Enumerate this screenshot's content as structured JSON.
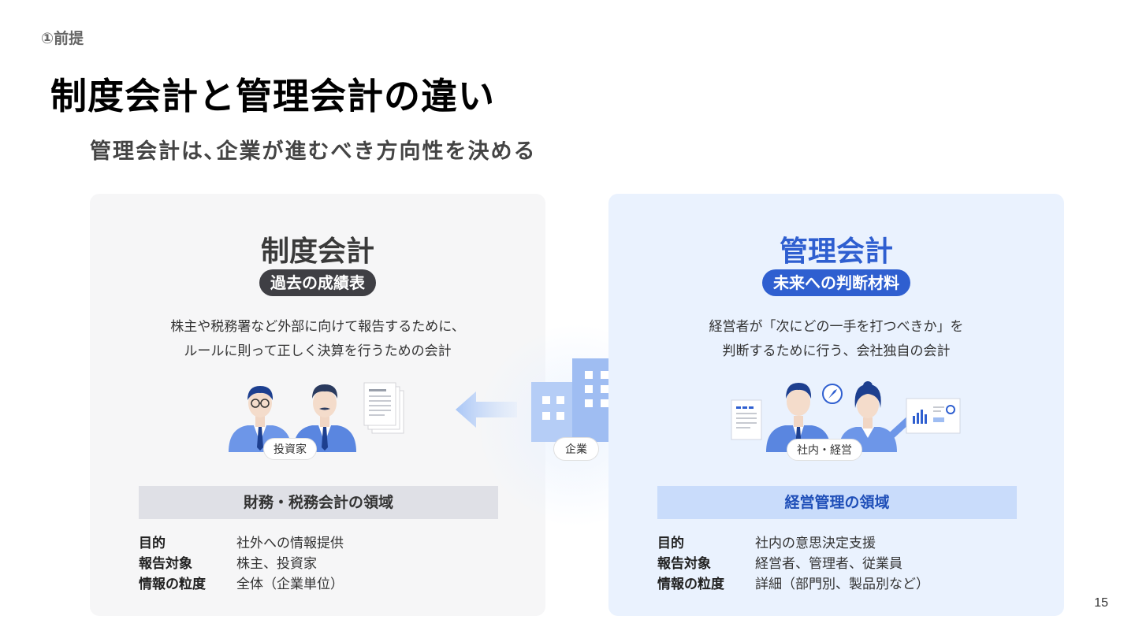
{
  "header": {
    "section_label": "①前提",
    "title": "制度会計と管理会計の違い",
    "subtitle": "管理会計は､企業が進むべき方向性を決める"
  },
  "center": {
    "company_label": "企業"
  },
  "left_panel": {
    "title": "制度会計",
    "pill": "過去の成績表",
    "desc_line1": "株主や税務署など外部に向けて報告するために、",
    "desc_line2": "ルールに則って正しく決算を行うための会計",
    "person_label": "投資家",
    "band": "財務・税務会計の領域",
    "rows": [
      {
        "label": "目的",
        "value": "社外への情報提供"
      },
      {
        "label": "報告対象",
        "value": "株主、投資家"
      },
      {
        "label": "情報の粒度",
        "value": "全体（企業単位）"
      }
    ]
  },
  "right_panel": {
    "title": "管理会計",
    "pill": "未来への判断材料",
    "desc_line1": "経営者が「次にどの一手を打つべきか」を",
    "desc_line2": "判断するために行う、会社独自の会計",
    "person_label": "社内・経営",
    "band": "経営管理の領域",
    "rows": [
      {
        "label": "目的",
        "value": "社内の意思決定支援"
      },
      {
        "label": "報告対象",
        "value": "経営者、管理者、従業員"
      },
      {
        "label": "情報の粒度",
        "value": "詳細（部門別、製品別など）"
      }
    ]
  },
  "footer": {
    "page_number": "15"
  },
  "colors": {
    "accent_blue": "#2f5fd0",
    "dark_pill": "#3f3f44",
    "light_blue_panel": "#eaf2fe",
    "gray_panel": "#f6f6f7"
  }
}
